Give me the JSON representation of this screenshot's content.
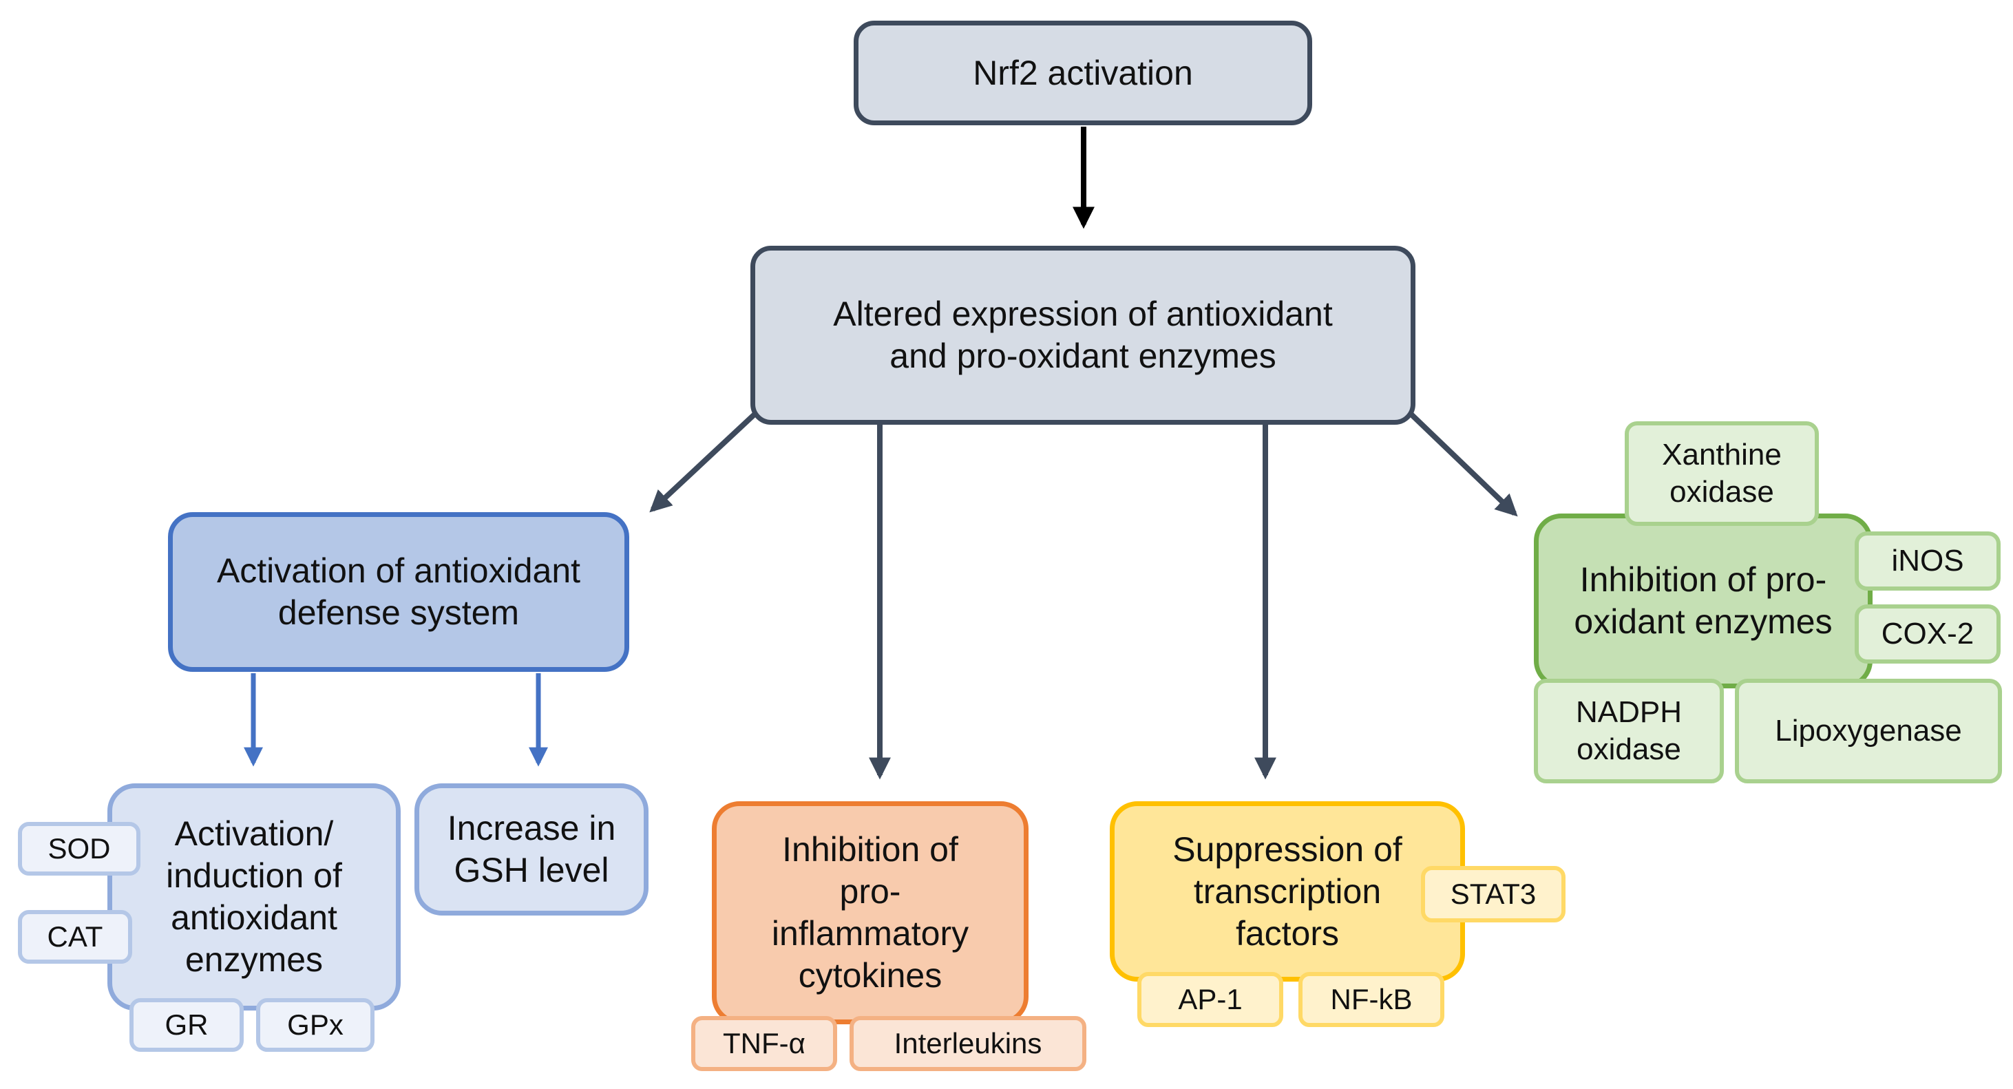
{
  "top": {
    "label": "Nrf2 activation"
  },
  "center": {
    "label": "Altered expression of antioxidant\nand pro-oxidant enzymes"
  },
  "antioxidant": {
    "label": "Activation of antioxidant\ndefense system",
    "enzymes": {
      "label": "Activation/\ninduction of\nantioxidant\nenzymes",
      "tags": [
        "SOD",
        "CAT",
        "GR",
        "GPx"
      ]
    },
    "gsh": {
      "label": "Increase in\nGSH level"
    }
  },
  "cytokines": {
    "label": "Inhibition of\npro-\ninflammatory\ncytokines",
    "tags": [
      "TNF-α",
      "Interleukins"
    ]
  },
  "transcription": {
    "label": "Suppression of\ntranscription\nfactors",
    "tags": [
      "STAT3",
      "AP-1",
      "NF-kB"
    ]
  },
  "prooxidant": {
    "label": "Inhibition of pro-\noxidant enzymes",
    "tags": [
      "Xanthine\noxidase",
      "iNOS",
      "COX-2",
      "NADPH\noxidase",
      "Lipoxygenase"
    ]
  },
  "colors": {
    "gray_fill": "#d6dce5",
    "gray_stroke": "#3e4a5c",
    "blue_fill": "#b4c7e7",
    "blue_stroke": "#4472c4",
    "orange_fill": "#f8cbad",
    "orange_stroke": "#ed7d31",
    "yellow_fill": "#ffe699",
    "yellow_stroke": "#ffc000",
    "green_fill": "#c5e0b4",
    "green_stroke": "#70ad47"
  }
}
